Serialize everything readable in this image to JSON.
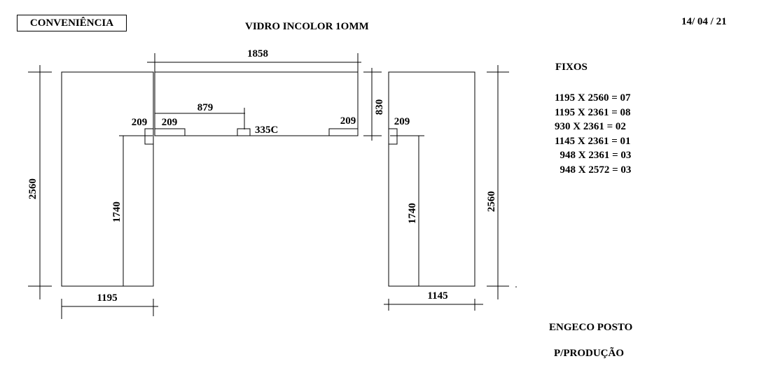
{
  "header": {
    "label": "CONVENIÊNCIA",
    "glass_type": "VIDRO INCOLOR 1OMM",
    "date": "14/ 04 / 21"
  },
  "drawing": {
    "left_panel": {
      "width": "1195",
      "height": "2560",
      "inner_height": "1740",
      "notch": "209"
    },
    "top_panel": {
      "width": "1858",
      "height": "830",
      "offset": "879",
      "notch_left": "209",
      "notch_right": "209",
      "center_label": "335C"
    },
    "right_panel": {
      "width": "1145",
      "height": "2560",
      "inner_height": "1740",
      "notch": "209"
    }
  },
  "fixos": {
    "title": "FIXOS",
    "items": [
      "1195 X 2560 = 07",
      "1195 X 2361 = 08",
      "930 X 2361 = 02",
      "1145 X 2361 = 01",
      "  948 X 2361 = 03",
      "  948 X 2572 = 03"
    ]
  },
  "footer": {
    "client": "ENGECO POSTO",
    "purpose": "P/PRODUÇÃO"
  }
}
